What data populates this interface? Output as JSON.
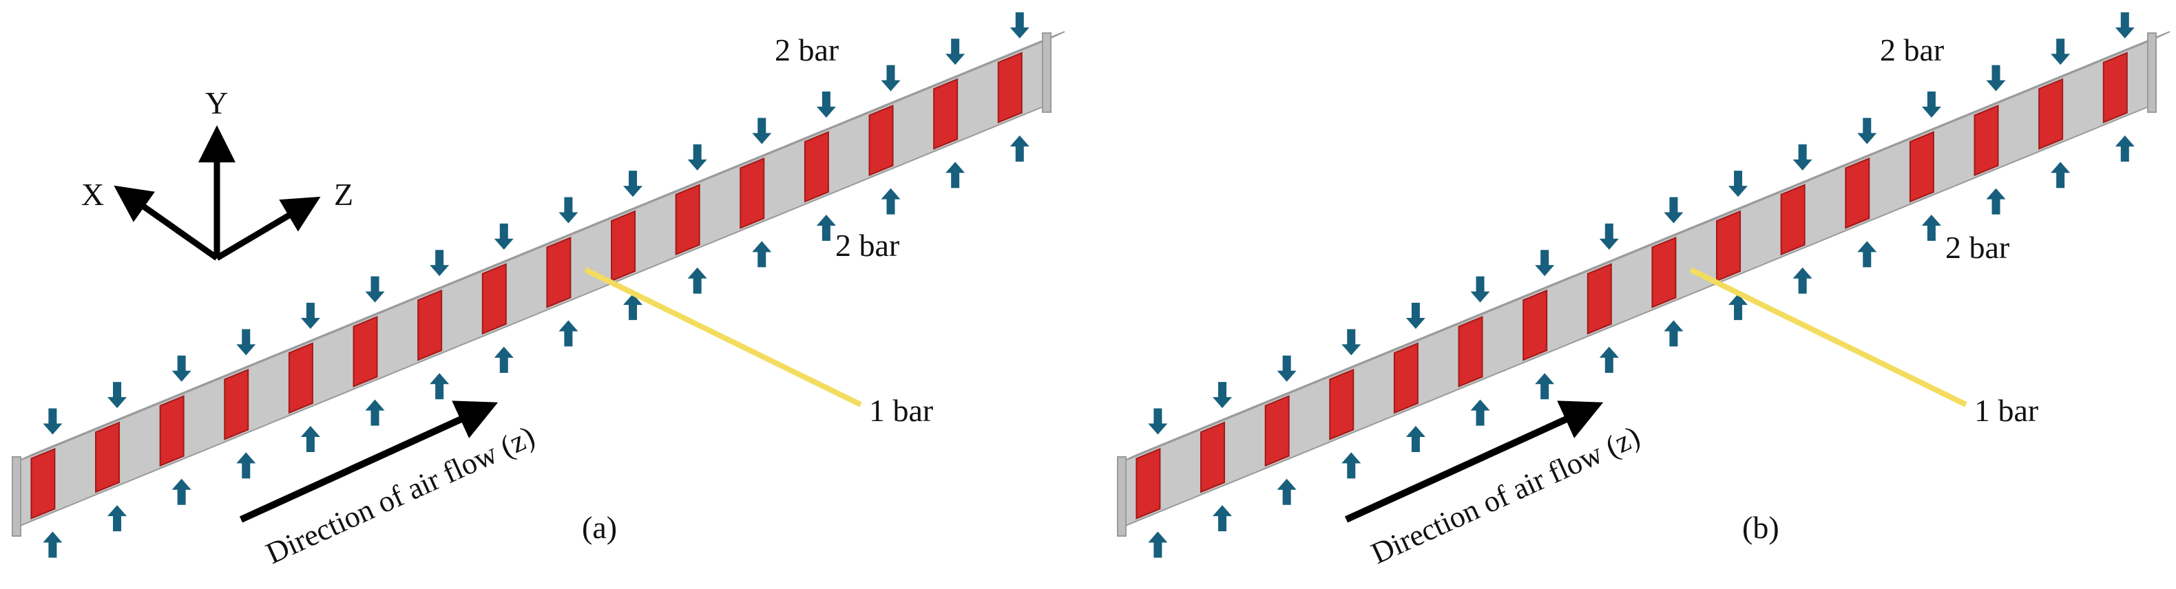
{
  "axes": {
    "y": "Y",
    "x": "X",
    "z": "Z"
  },
  "panels": [
    {
      "id": "a",
      "caption": "(a)",
      "top_pressure": "2 bar",
      "bottom_pressure": "2 bar",
      "pointer_label": "1 bar",
      "flow_label": "Direction of air flow (z)",
      "segments": 16,
      "highlighted_segment": 8
    },
    {
      "id": "b",
      "caption": "(b)",
      "top_pressure": "2 bar",
      "bottom_pressure": "2 bar",
      "pointer_label": "1 bar",
      "flow_label": "Direction of air flow (z)",
      "segments": 16,
      "highlighted_segment": 8
    }
  ],
  "colors": {
    "beam": "#c8c8c8",
    "beam_edge": "#9a9a9a",
    "panel_red": "#d82a2a",
    "arrow_blue": "#175f7c",
    "pointer": "#f3dc5e",
    "ink": "#000000"
  }
}
